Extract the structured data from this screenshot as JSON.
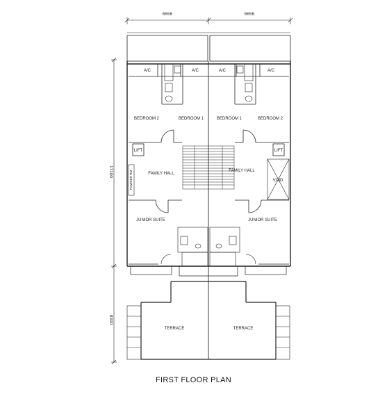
{
  "title": "FIRST FLOOR PLAN",
  "dimensions": {
    "left_width": "6656",
    "right_width": "6656",
    "main_depth": "17100",
    "terrace_depth": "8300"
  },
  "rooms": {
    "left_ac_1": "A/C",
    "left_ac_2": "A/C",
    "right_ac_1": "A/C",
    "right_ac_2": "A/C",
    "left_bedroom_2": "BEDROOM 2",
    "left_bedroom_1": "BEDROOM 1",
    "right_bedroom_1": "BEDROOM 1",
    "right_bedroom_2": "BEDROOM 2",
    "left_lift": "LIFT",
    "right_lift": "LIFT",
    "left_family_hall": "FAMILY HALL",
    "right_family_hall": "FAMILY HALL",
    "void": "VOID",
    "powder_room": "POWDER RM",
    "left_junior_suite": "JUNIOR SUITE",
    "right_junior_suite": "JUNIOR SUITE",
    "left_terrace": "TERRACE",
    "right_terrace": "TERRACE"
  }
}
